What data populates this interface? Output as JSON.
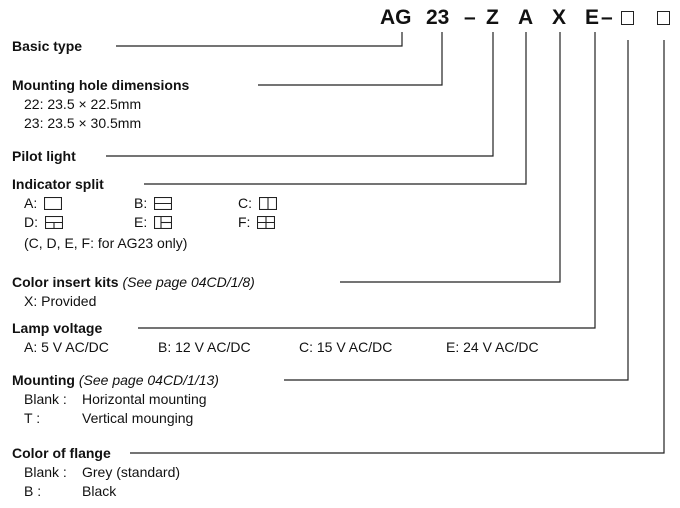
{
  "code": {
    "ag": "AG",
    "size": "23",
    "dash1": "–",
    "z": "Z",
    "a": "A",
    "x": "X",
    "e": "E",
    "dash2": "–"
  },
  "sections": {
    "basic_type": {
      "title": "Basic type"
    },
    "mounting_hole": {
      "title": "Mounting hole dimensions",
      "opt_22": "22: 23.5 × 22.5mm",
      "opt_23": "23: 23.5 × 30.5mm"
    },
    "pilot_light": {
      "title": "Pilot light"
    },
    "indicator_split": {
      "title": "Indicator split",
      "a": "A:",
      "b": "B:",
      "c": "C:",
      "d": "D:",
      "e": "E:",
      "f": "F:",
      "note": "(C, D, E, F: for AG23 only)"
    },
    "color_insert": {
      "title": "Color insert kits",
      "ref": "(See page 04CD/1/8)",
      "opt_x": "X: Provided"
    },
    "lamp_voltage": {
      "title": "Lamp voltage",
      "a": "A: 5 V AC/DC",
      "b": "B: 12 V AC/DC",
      "c": "C: 15 V AC/DC",
      "e": "E: 24 V AC/DC"
    },
    "mounting": {
      "title": "Mounting",
      "ref": "(See page 04CD/1/13)",
      "blank_key": "Blank :",
      "blank_val": "Horizontal mounting",
      "t_key": "T :",
      "t_val": "Vertical mounging"
    },
    "flange": {
      "title": "Color of flange",
      "blank_key": "Blank :",
      "blank_val": "Grey (standard)",
      "b_key": "B :",
      "b_val": "Black"
    }
  }
}
